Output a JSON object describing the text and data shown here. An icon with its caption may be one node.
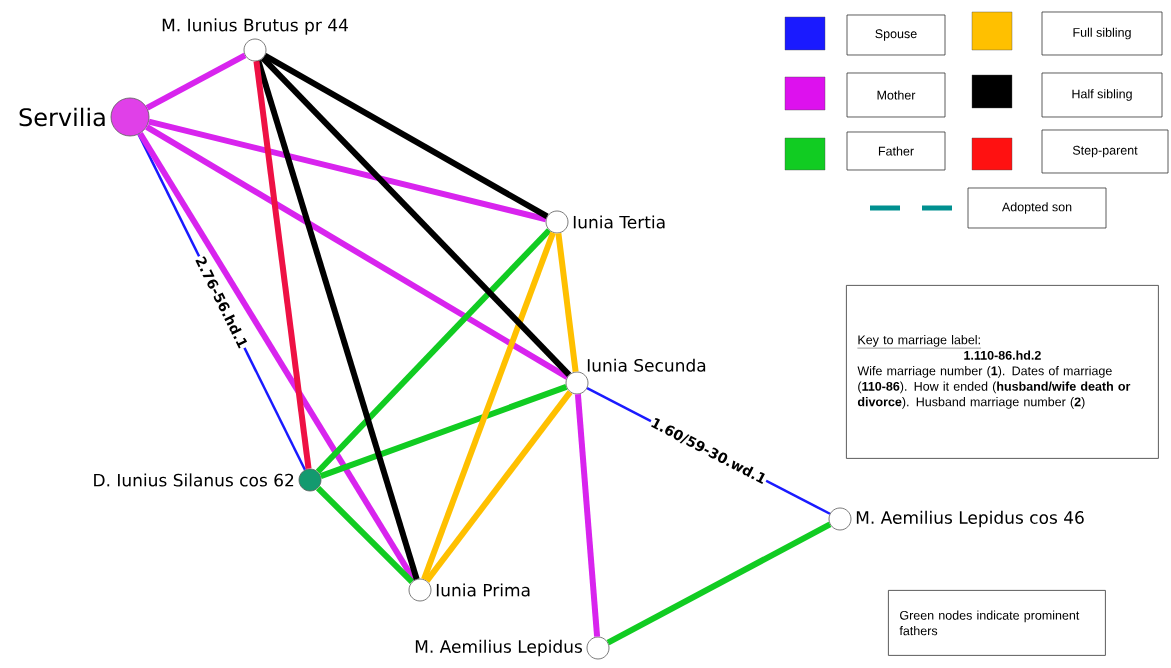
{
  "diagram": {
    "nodes": [
      {
        "text": [
          "Servilia"
        ]
      },
      {
        "text": [
          "M. Iunius Brutus pr 44"
        ]
      },
      {
        "text": [
          "Iunia Tertia"
        ]
      },
      {
        "text": [
          "Iunia Secunda"
        ]
      },
      {
        "text": [
          "D. Iunius Silanus  cos 62"
        ]
      },
      {
        "text": [
          "Iunia Prima"
        ]
      },
      {
        "text": [
          "M. Aemilius Lepidus cos 46"
        ]
      },
      {
        "text": [
          "M. Aemilius Lepidus"
        ]
      },
      {
        "text": [
          "Key to marriage label:",
          "1.110-86.hd.2",
          "Wife marriage number (**1**). Dates of marriage (**110-86**). How it ended (**husband/wife death or divorce**). Husband marriage number (**2**)"
        ]
      },
      {
        "text": [
          "Green nodes indicate prominent fathers"
        ]
      }
    ],
    "edges": [
      {
        "from": 0,
        "to": 4,
        "arrow": "none",
        "label": "2.76-56.hd.1",
        "color": "#1a1aff"
      },
      {
        "from": 3,
        "to": 6,
        "arrow": "none",
        "label": "1.60/59-30.wd.1",
        "color": "#1a1aff"
      },
      {
        "from": 0,
        "to": 1,
        "arrow": "none",
        "color": "#d824ee"
      },
      {
        "from": 0,
        "to": 2,
        "arrow": "none",
        "color": "#d824ee"
      },
      {
        "from": 0,
        "to": 3,
        "arrow": "none",
        "color": "#d824ee"
      },
      {
        "from": 0,
        "to": 5,
        "arrow": "none",
        "color": "#d824ee"
      },
      {
        "from": 3,
        "to": 7,
        "arrow": "none",
        "color": "#d824ee"
      },
      {
        "from": 4,
        "to": 2,
        "arrow": "none",
        "color": "#11cc22"
      },
      {
        "from": 4,
        "to": 3,
        "arrow": "none",
        "color": "#11cc22"
      },
      {
        "from": 4,
        "to": 5,
        "arrow": "none",
        "color": "#11cc22"
      },
      {
        "from": 6,
        "to": 7,
        "arrow": "none",
        "color": "#11cc22"
      },
      {
        "from": 2,
        "to": 3,
        "arrow": "none",
        "color": "#ffc000"
      },
      {
        "from": 2,
        "to": 5,
        "arrow": "none",
        "color": "#ffc000"
      },
      {
        "from": 3,
        "to": 5,
        "arrow": "none",
        "color": "#ffc000"
      },
      {
        "from": 1,
        "to": 2,
        "arrow": "none",
        "color": "#000000"
      },
      {
        "from": 1,
        "to": 3,
        "arrow": "none",
        "color": "#000000"
      },
      {
        "from": 1,
        "to": 5,
        "arrow": "none",
        "color": "#000000"
      },
      {
        "from": 4,
        "to": 1,
        "arrow": "none",
        "color": "#ee1144"
      }
    ],
    "legend": [
      {
        "text": "Spouse",
        "color": "#1a1aff"
      },
      {
        "text": "Full sibling",
        "color": "#ffc000"
      },
      {
        "text": "Mother",
        "color": "#dd11ee"
      },
      {
        "text": "Half sibling",
        "color": "#000000"
      },
      {
        "text": "Father",
        "color": "#11cc22"
      },
      {
        "text": "Step-parent",
        "color": "#ff1111"
      },
      {
        "text": "Adopted son"
      }
    ]
  }
}
